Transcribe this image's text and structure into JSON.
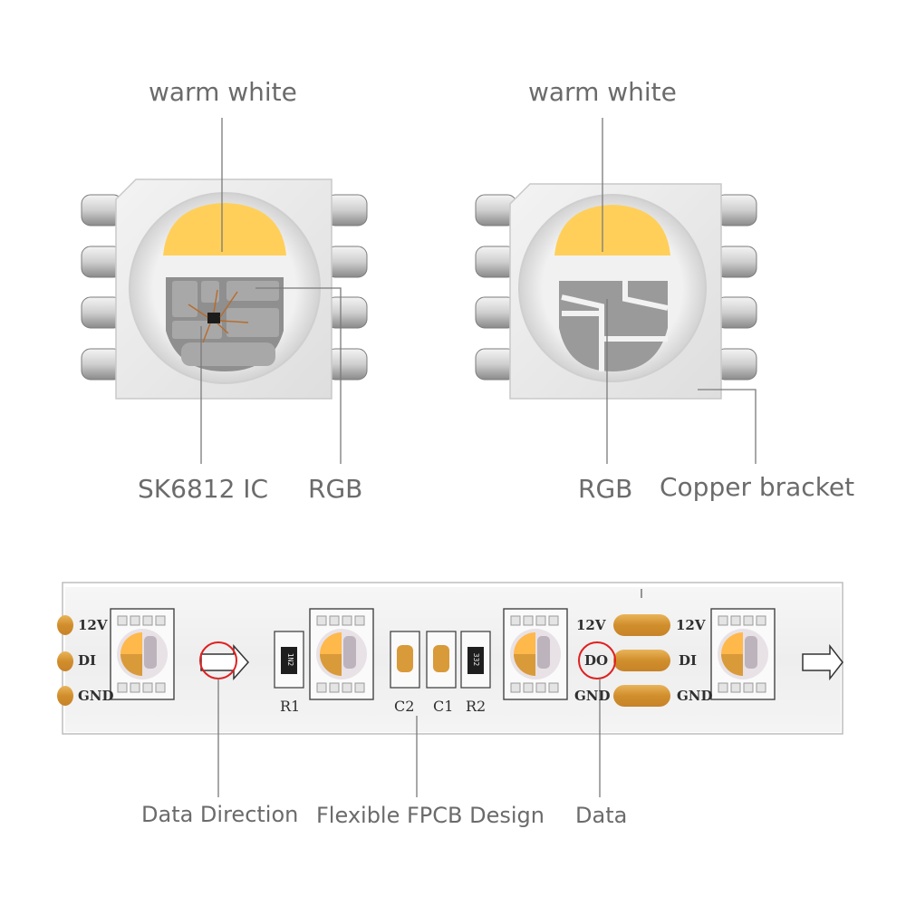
{
  "colors": {
    "warm_white": "#FFCF5A",
    "rgb_die": "#8f8f8f",
    "leader": "#7a7a7a",
    "label_text": "#6b6b6b",
    "copper_pad": "#D99A3A",
    "data_circle": "#E02020"
  },
  "top_left": {
    "label_warm_white": "warm white",
    "label_ic": "SK6812 IC",
    "label_rgb": "RGB"
  },
  "top_right": {
    "label_warm_white": "warm white",
    "label_rgb": "RGB",
    "label_copper": "Copper bracket"
  },
  "strip": {
    "left_pads": [
      "12V",
      "DI",
      "GND"
    ],
    "mid_pads_left": [
      "12V",
      "DO",
      "GND"
    ],
    "mid_pads_right": [
      "12V",
      "DI",
      "GND"
    ],
    "components": [
      "R1",
      "C2",
      "C1",
      "R2"
    ],
    "resistor_marks": [
      "1N2",
      "332"
    ]
  },
  "callouts": {
    "data_direction": "Data Direction",
    "fpcb": "Flexible FPCB Design",
    "data": "Data"
  }
}
